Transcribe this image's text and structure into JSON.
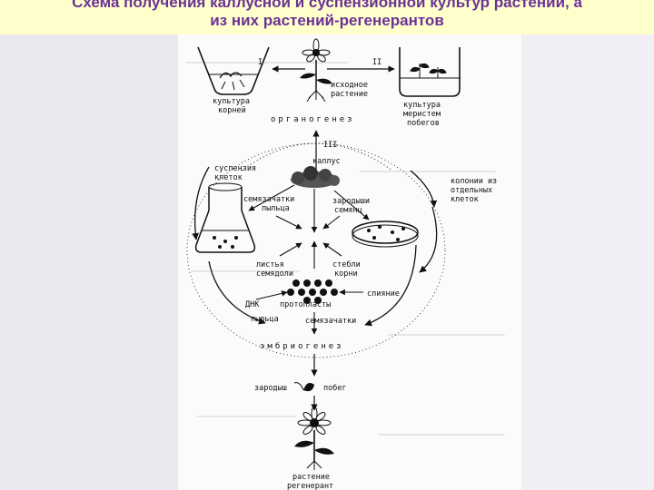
{
  "slide": {
    "title_line1": "Схема получения каллусной и суспензионной культур растений, а",
    "title_line2": "из них растений-регенерантов"
  },
  "diagram": {
    "culture_roots": [
      "культура",
      "корней"
    ],
    "source_plant": [
      "исходное",
      "растение"
    ],
    "meristem_culture": [
      "культура",
      "меристем",
      "побегов"
    ],
    "arrow_labels": {
      "i": "I",
      "ii": "II",
      "iii": "III"
    },
    "organogenesis": "органогенез",
    "callus": "каллус",
    "cell_suspension": [
      "суспензия",
      "клеток"
    ],
    "single_cell_colonies": [
      "колонии из",
      "отдельных",
      "клеток"
    ],
    "pollen_ovules": [
      "семязачатки",
      "пыльца"
    ],
    "seed_embryos": [
      "зародыши",
      "семянц"
    ],
    "leaves_cotyledons": [
      "листья",
      "семядоли"
    ],
    "stems_roots": [
      "стебли",
      "корни"
    ],
    "fusion": "слияние",
    "dna": "ДНК",
    "protoplasts": "протопласты",
    "pollen": "пыльца",
    "ovules": "семязачатки",
    "embryogenesis": "эмбриогенез",
    "embryo": "зародыш",
    "shoot": "побег",
    "regenerant_plant": [
      "растение",
      "регенерант"
    ]
  }
}
